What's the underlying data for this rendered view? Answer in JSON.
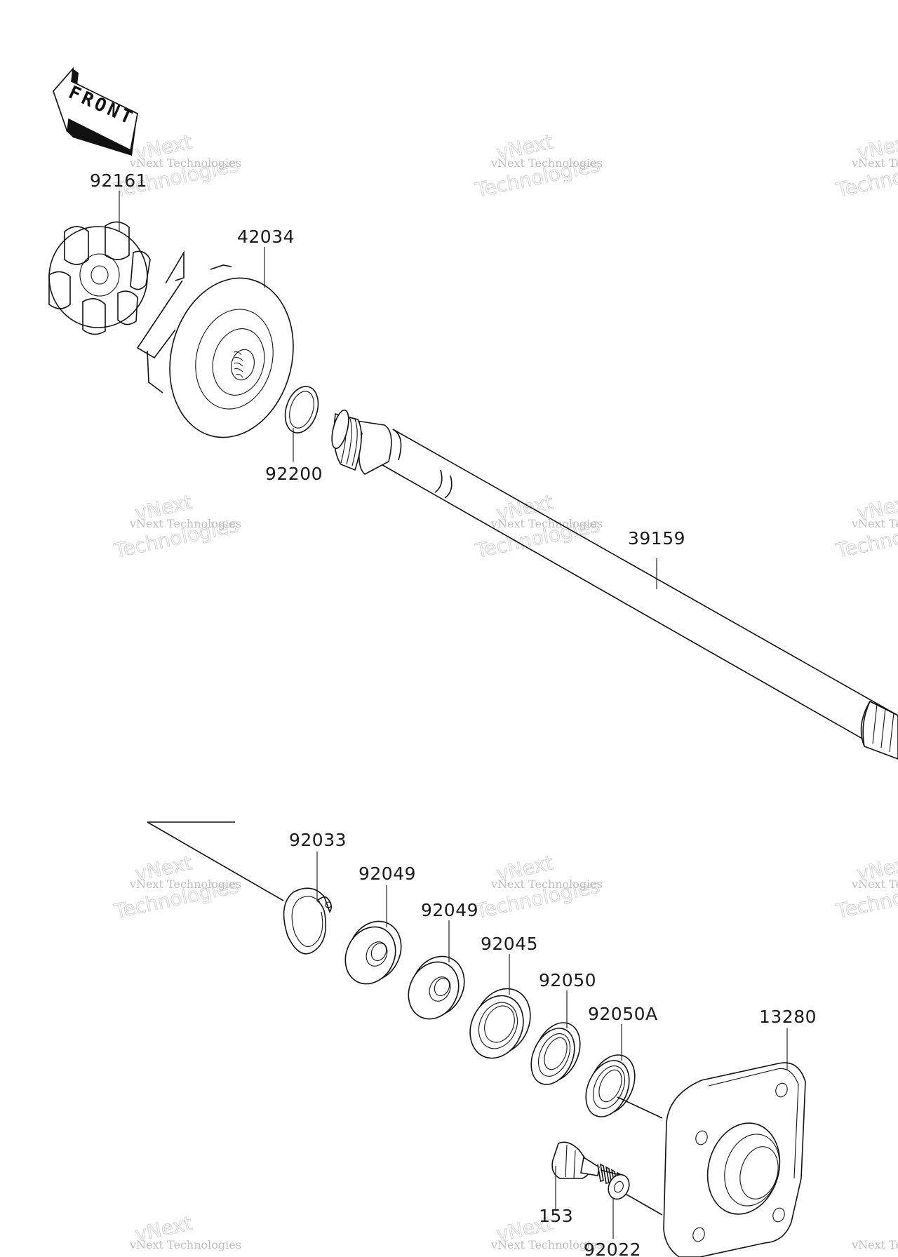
{
  "front_label": [
    "F",
    "R",
    "O",
    "N",
    "T"
  ],
  "watermark": {
    "line1": "vNext Technologies",
    "line2": "Technologies",
    "line3": "vNext"
  },
  "parts": {
    "p92161": "92161",
    "p42034": "42034",
    "p92200": "92200",
    "p39159": "39159",
    "p92033": "92033",
    "p92049a": "92049",
    "p92049b": "92049",
    "p92045": "92045",
    "p92050": "92050",
    "p92050A": "92050A",
    "p13280": "13280",
    "p153": "153",
    "p92022": "92022"
  }
}
